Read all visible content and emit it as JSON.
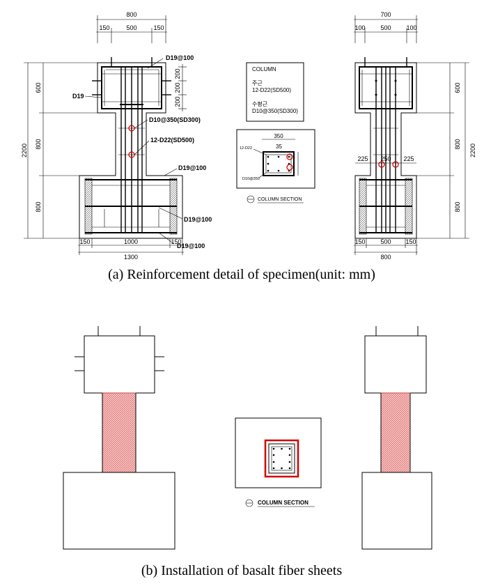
{
  "panel_a": {
    "front": {
      "top_total": "800",
      "top_left": "150",
      "top_mid": "500",
      "top_right": "150",
      "left_total": "2200",
      "left_top": "600",
      "left_mid": "800",
      "left_bot": "800",
      "inner_200a": "200",
      "inner_200b": "200",
      "inner_200c": "200",
      "label_d19_top": "D19@100",
      "label_d19_left": "D19",
      "label_tie": "D10@350(SD300)",
      "label_main": "12-D22(SD500)",
      "label_d19_mid": "D19@100",
      "label_d19_low": "D19@100",
      "label_d19_bot": "D19@100",
      "bot_left": "150",
      "bot_mid": "1000",
      "bot_right": "150",
      "bot_total": "1300"
    },
    "legend": {
      "title": "COLUMN",
      "main_kor": "주근",
      "main_val": "12-D22(SD500)",
      "tie_kor": "수평근",
      "tie_val": "D10@350(SD300)"
    },
    "section": {
      "dim": "350",
      "cover": "35",
      "main": "12-D22",
      "tie": "D10@350",
      "title": "COLUMN SECTION"
    },
    "side": {
      "top_total": "700",
      "top_left": "100",
      "top_mid": "500",
      "top_right": "100",
      "right_top": "600",
      "right_mid": "800",
      "right_bot": "800",
      "right_total": "2200",
      "mid_left": "225",
      "mid_mid": "250",
      "mid_right": "225",
      "bot_left": "150",
      "bot_mid": "500",
      "bot_right": "150",
      "bot_total": "800"
    },
    "caption": "(a) Reinforcement detail of specimen(unit: mm)"
  },
  "panel_b": {
    "section_title": "COLUMN SECTION",
    "caption": "(b) Installation of basalt fiber sheets"
  },
  "colors": {
    "highlight": "#e00000",
    "fiber": "#e88a8a"
  }
}
